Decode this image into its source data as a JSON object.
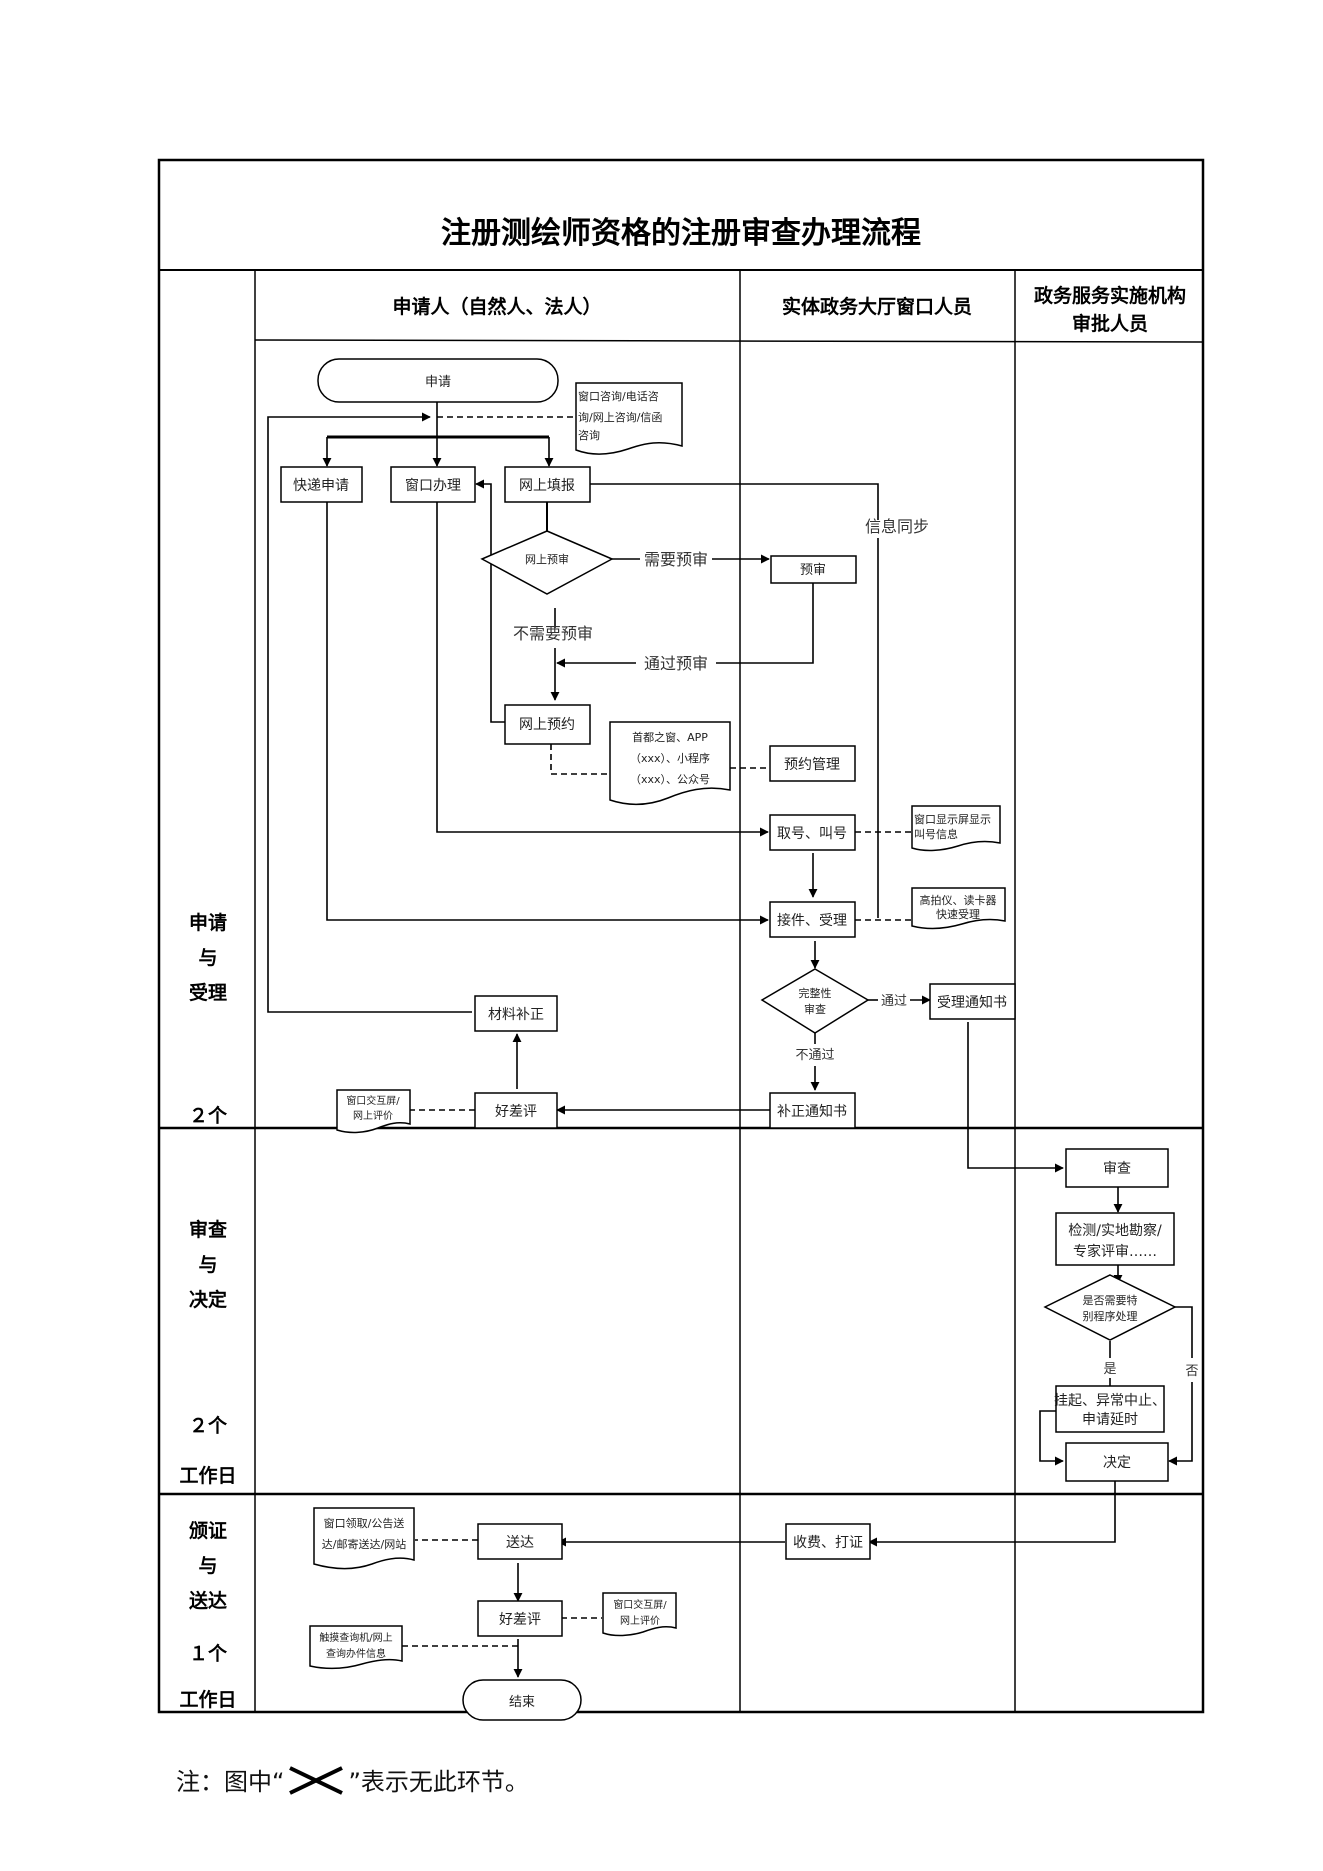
{
  "title": "注册测绘师资格的注册审查办理流程",
  "lanes": {
    "applicant": "申请人（自然人、法人）",
    "window_staff": "实体政务大厅窗口人员",
    "approver_line1": "政务服务实施机构",
    "approver_line2": "审批人员"
  },
  "phases": [
    {
      "name_lines": [
        "申请",
        "与",
        "受理"
      ],
      "duration_lines": [
        "２个"
      ]
    },
    {
      "name_lines": [
        "审查",
        "与",
        "决定"
      ],
      "duration_lines": [
        "２个",
        "工作日"
      ]
    },
    {
      "name_lines": [
        "颁证",
        "与",
        "送达"
      ],
      "duration_lines": [
        "１个",
        "工作日"
      ]
    }
  ],
  "nodes": {
    "apply": "申请",
    "consult_doc": [
      "窗口咨询/电话咨",
      "询/网上咨询/信函",
      "咨询"
    ],
    "express": "快递申请",
    "window": "窗口办理",
    "online_fill": "网上填报",
    "info_sync": "信息同步",
    "online_precheck": "网上预审",
    "need_precheck": "需要预审",
    "precheck": "预审",
    "no_precheck": "不需要预审",
    "pass_precheck": "通过预审",
    "online_booking": "网上预约",
    "booking_doc": [
      "首都之窗、APP",
      "（xxx）、小程序",
      "（xxx）、公众号"
    ],
    "booking_mgmt": "预约管理",
    "take_number": "取号、叫号",
    "screen_doc": [
      "窗口显示屏显示",
      "叫号信息"
    ],
    "receive": "接件、受理",
    "scanner_doc": [
      "高拍仪、读卡器",
      "快速受理"
    ],
    "completeness_lines": [
      "完整性",
      "审查"
    ],
    "pass": "通过",
    "fail": "不通过",
    "accept_notice": "受理通知书",
    "supplement_notice": "补正通知书",
    "rating1": "好差评",
    "rating1_doc": [
      "窗口交互屏/",
      "网上评价"
    ],
    "supplement": "材料补正",
    "review": "审查",
    "inspect_lines": [
      "检测/实地勘察/",
      "专家评审……"
    ],
    "special_lines": [
      "是否需要特",
      "别程序处理"
    ],
    "yes": "是",
    "no": "否",
    "suspend_lines": [
      "挂起、异常中止、",
      "申请延时"
    ],
    "decision": "决定",
    "fee_print": "收费、打证",
    "deliver": "送达",
    "deliver_doc": [
      "窗口领取/公告送",
      "达/邮寄送达/网站"
    ],
    "rating2": "好差评",
    "rating2_doc": [
      "窗口交互屏/",
      "网上评价"
    ],
    "query_doc": [
      "触摸查询机/网上",
      "查询办件信息"
    ],
    "end": "结束"
  },
  "footnote": {
    "prefix": "注：图中“",
    "suffix": "”表示无此环节。"
  }
}
